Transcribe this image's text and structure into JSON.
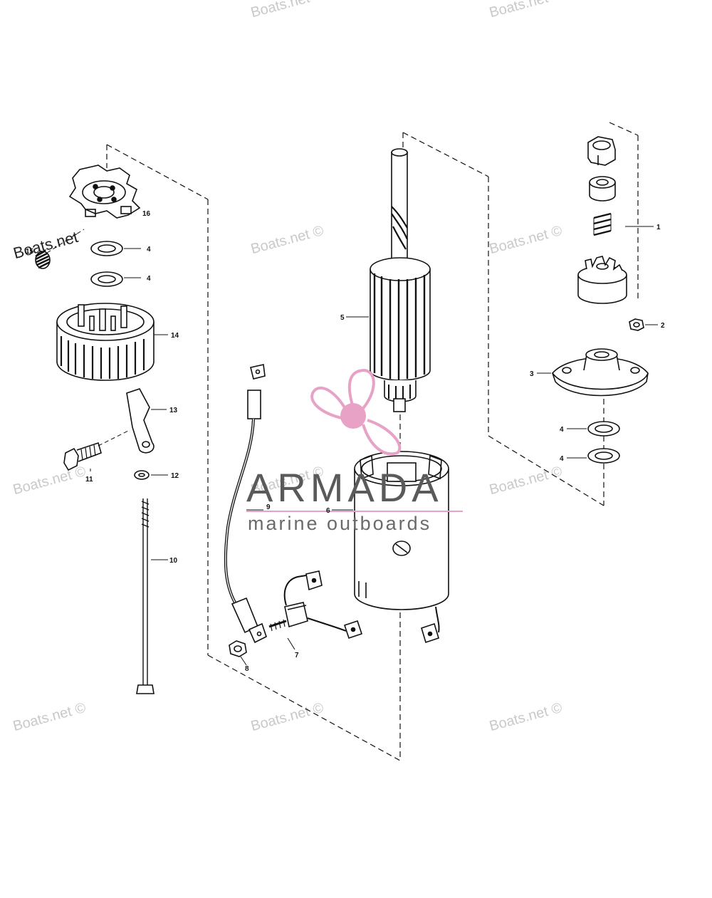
{
  "watermarks": {
    "text": "Boats.net ©",
    "highlighted_text": "Boats.net"
  },
  "logo": {
    "name": "ARMADA",
    "tagline": "marine outboards",
    "accent_color": "#e7a2c6",
    "text_color": "#5a5a5a"
  },
  "part_labels": {
    "p1": "1",
    "p2": "2",
    "p3": "3",
    "p4": "4",
    "p5": "5",
    "p6": "6",
    "p7": "7",
    "p8": "8",
    "p9": "9",
    "p10": "10",
    "p11": "11",
    "p12": "12",
    "p13": "13",
    "p14": "14",
    "p15": "15",
    "p16": "16"
  },
  "colors": {
    "line": "#111111",
    "watermark": "#c9c9c9",
    "background": "#ffffff"
  }
}
